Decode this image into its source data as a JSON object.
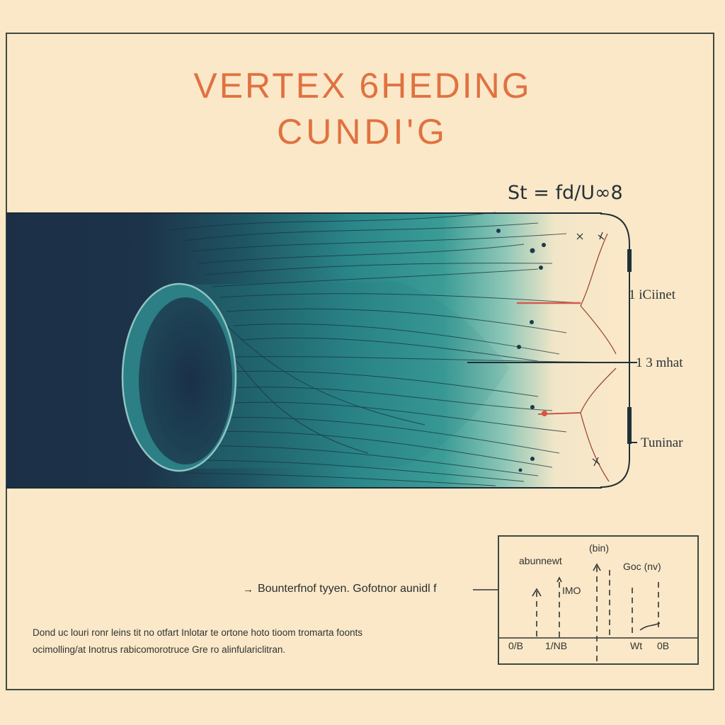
{
  "title": {
    "line1": "VERTEX 6HEDING",
    "line2": "CUNDI'G",
    "color": "#e07240"
  },
  "formula": "St = fd/U∞8",
  "diagram": {
    "panel_colors": {
      "dark": "#1c2f47",
      "teal": "#2d8f8f",
      "light": "#f7e7c9"
    },
    "cylinder": "cylinder-ring",
    "right_labels": [
      {
        "id": "upper",
        "text": "1 iCiinet"
      },
      {
        "id": "middle",
        "text": "1 3 mhat"
      },
      {
        "id": "lower",
        "text": "Tuninar"
      }
    ]
  },
  "boundary_label": {
    "arrow": "→",
    "text": "Bounterfnof tyyen. Gofotnor aunidl f"
  },
  "description": {
    "line1": "Dond uc louri ronr leins tit no otfart Inlotar te ortone hoto tioom tromarta foonts",
    "line2": "ocimolling/at Inotrus rabicomorotruce Gre ro alinfulariclitran."
  },
  "inset_chart": {
    "labels": {
      "top_left": "abunnewt",
      "mid_left": "IMO",
      "top_center": "(bin)",
      "top_right": "Goc (nv)"
    },
    "axis_ticks": [
      "0/B",
      "1/NB",
      "Wt",
      "0B"
    ]
  }
}
